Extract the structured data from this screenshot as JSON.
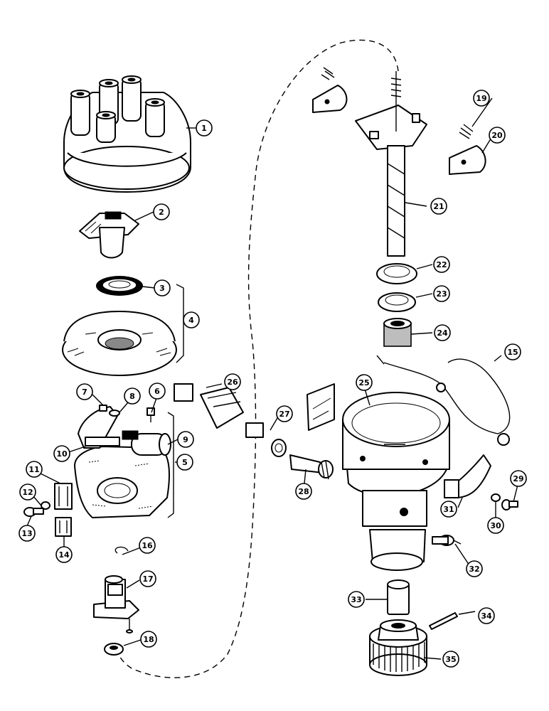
{
  "callouts": [
    {
      "label": "1"
    },
    {
      "label": "2"
    },
    {
      "label": "3"
    },
    {
      "label": "4"
    },
    {
      "label": "5"
    },
    {
      "label": "6"
    },
    {
      "label": "7"
    },
    {
      "label": "8"
    },
    {
      "label": "9"
    },
    {
      "label": "10"
    },
    {
      "label": "11"
    },
    {
      "label": "12"
    },
    {
      "label": "13"
    },
    {
      "label": "14"
    },
    {
      "label": "15"
    },
    {
      "label": "16"
    },
    {
      "label": "17"
    },
    {
      "label": "18"
    },
    {
      "label": "19"
    },
    {
      "label": "20"
    },
    {
      "label": "21"
    },
    {
      "label": "22"
    },
    {
      "label": "23"
    },
    {
      "label": "24"
    },
    {
      "label": "25"
    },
    {
      "label": "26"
    },
    {
      "label": "27"
    },
    {
      "label": "28"
    },
    {
      "label": "29"
    },
    {
      "label": "30"
    },
    {
      "label": "31"
    },
    {
      "label": "32"
    },
    {
      "label": "33"
    },
    {
      "label": "34"
    },
    {
      "label": "35"
    }
  ]
}
